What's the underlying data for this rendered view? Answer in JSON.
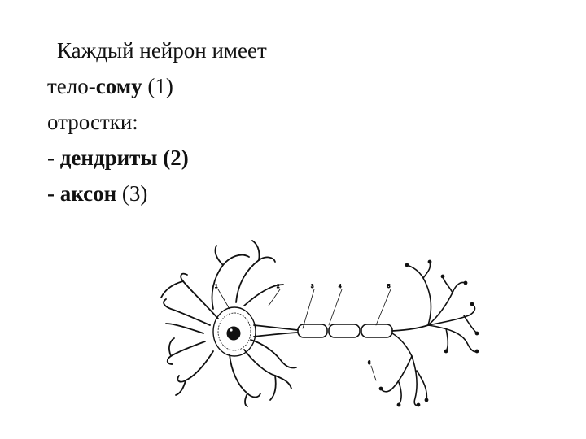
{
  "text": {
    "l1": "Каждый нейрон имеет",
    "l2_pre": "тело-",
    "l2_bold": "сому",
    "l2_post": " (1)",
    "l3": "отростки:",
    "l4_bold": "- дендриты (2)",
    "l5_bold": "- аксон",
    "l5_post": " (3)"
  },
  "diagram": {
    "labels": [
      "1",
      "2",
      "3",
      "4",
      "5",
      "6"
    ]
  }
}
